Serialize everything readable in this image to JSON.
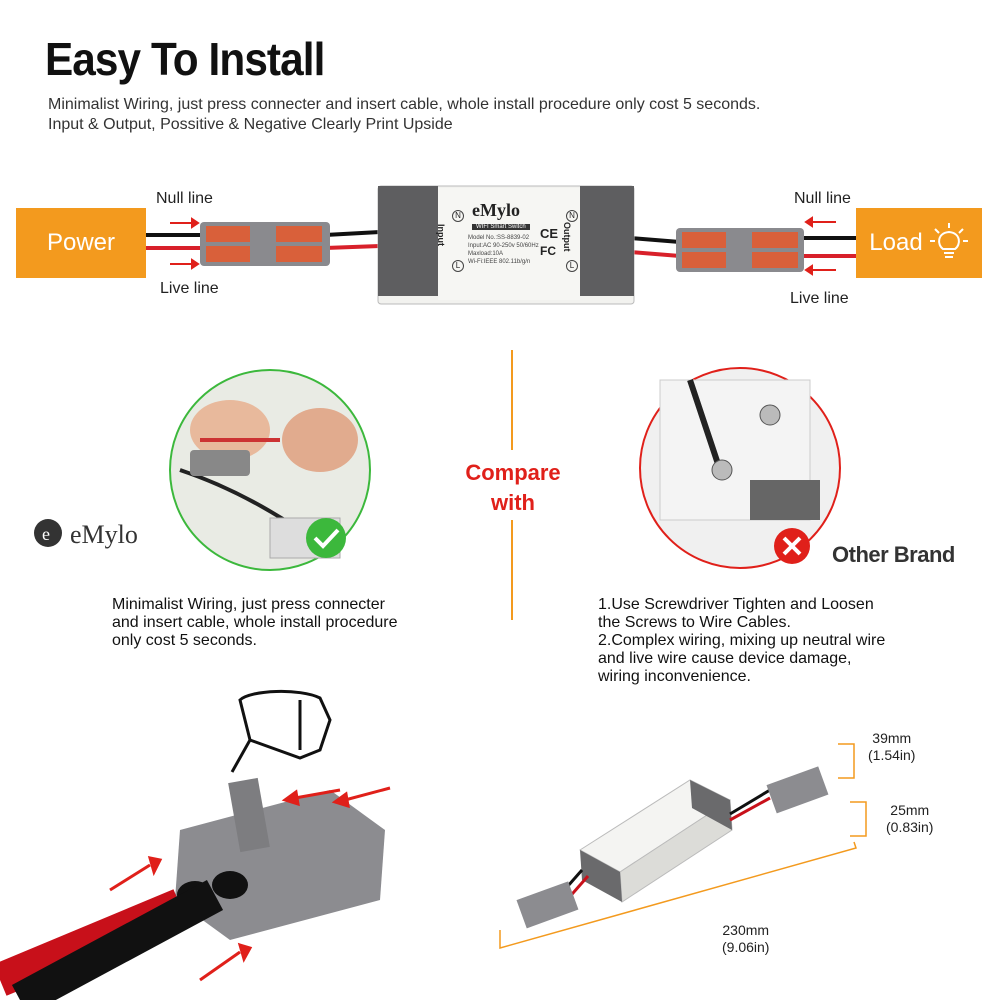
{
  "header": {
    "title": "Easy To Install",
    "subtitle_line1": "Minimalist Wiring, just press connecter and insert cable, whole install procedure only cost 5 seconds.",
    "subtitle_line2": "Input & Output, Possitive & Negative Clearly Print Upside"
  },
  "wiring": {
    "power_label": "Power",
    "load_label": "Load",
    "null_line_left": "Null line",
    "live_line_left": "Live line",
    "null_line_right": "Null line",
    "live_line_right": "Live line",
    "device": {
      "brand": "eMylo",
      "input_label": "Input",
      "output_label": "Output",
      "spec_title": "WIFI Smart Switch",
      "spec_lines": [
        "Model No.:SS-8839-02",
        "Input:AC 90-250v 50/60Hz",
        "Maxload:10A",
        "Wi-Fi:IEEE 802.11b/g/n"
      ],
      "ce_mark": "CE",
      "fc_mark": "FC",
      "n_mark": "N",
      "l_mark": "L"
    }
  },
  "compare": {
    "label_line1": "Compare",
    "label_line2": "with",
    "left_brand": "eMylo",
    "right_brand": "Other Brand",
    "left_text": [
      "Minimalist Wiring, just press connecter",
      "and insert cable, whole install procedure",
      "only cost 5 seconds."
    ],
    "right_text": [
      "1.Use Screwdriver Tighten and Loosen",
      "the Screws to Wire Cables.",
      "2.Complex wiring, mixing up neutral wire",
      "and live wire cause device damage,",
      "wiring inconvenience."
    ]
  },
  "dimensions": {
    "height_mm": "39mm",
    "height_in": "(1.54in)",
    "width_mm": "25mm",
    "width_in": "(0.83in)",
    "length_mm": "230mm",
    "length_in": "(9.06in)"
  },
  "colors": {
    "accent": "#f39a1e",
    "arrow_red": "#e0201a",
    "check_green": "#3cb83c",
    "cross_red": "#e0201a"
  }
}
